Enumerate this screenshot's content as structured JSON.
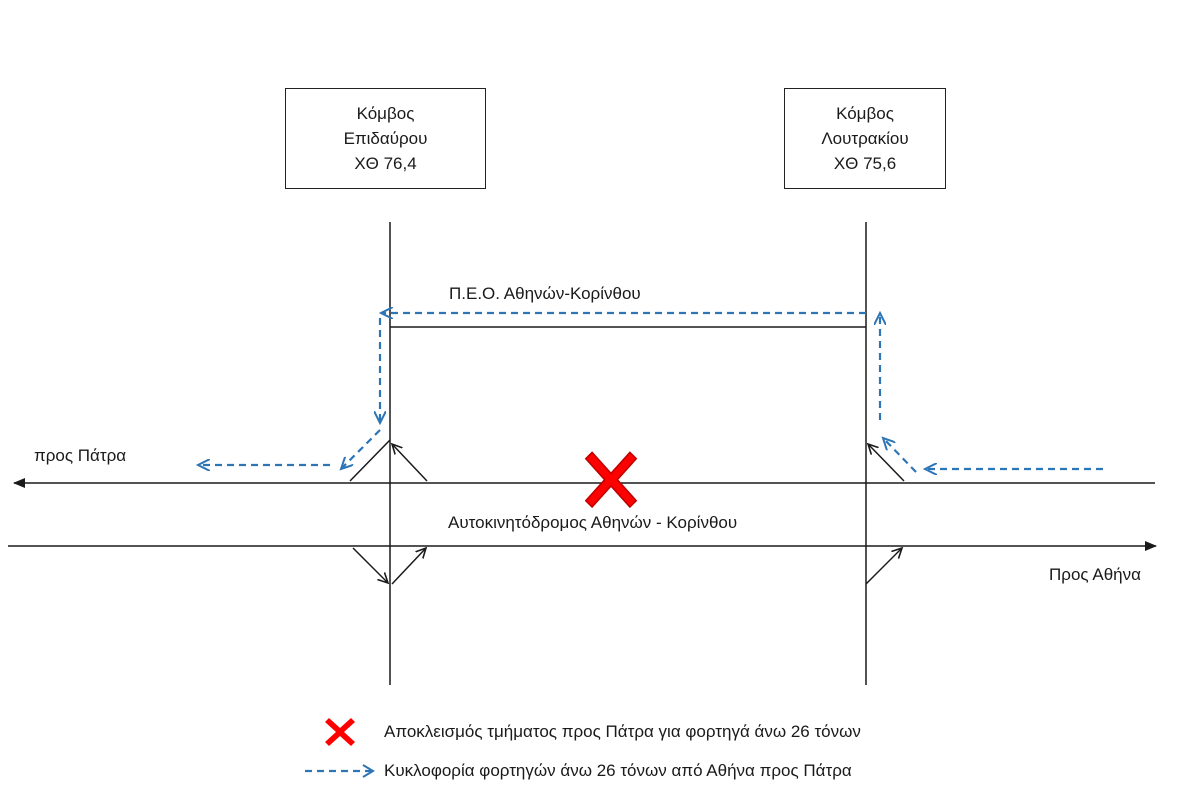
{
  "nodes": {
    "epidavros": {
      "line1": "Κόμβος",
      "line2": "Επιδαύρου",
      "line3": "ΧΘ 76,4"
    },
    "loutraki": {
      "line1": "Κόμβος",
      "line2": "Λουτρακίου",
      "line3": "ΧΘ 75,6"
    }
  },
  "labels": {
    "old_road": "Π.Ε.Ο. Αθηνών-Κορίνθου",
    "motorway": "Αυτοκινητόδρομος Αθηνών - Κορίνθου",
    "to_patra": "προς Πάτρα",
    "to_athens": "Προς Αθήνα"
  },
  "legend": {
    "closure": "Αποκλεισμός τμήματος προς Πάτρα για φορτηγά άνω 26 τόνων",
    "detour": "Κυκλοφορία φορτηγών άνω 26 τόνων από Αθήνα προς Πάτρα"
  },
  "colors": {
    "line": "#1a1a1a",
    "detour": "#2e75b6",
    "closure": "#ff0000"
  },
  "icons": {
    "closure": "red-x-icon",
    "detour": "dashed-arrow-icon"
  }
}
